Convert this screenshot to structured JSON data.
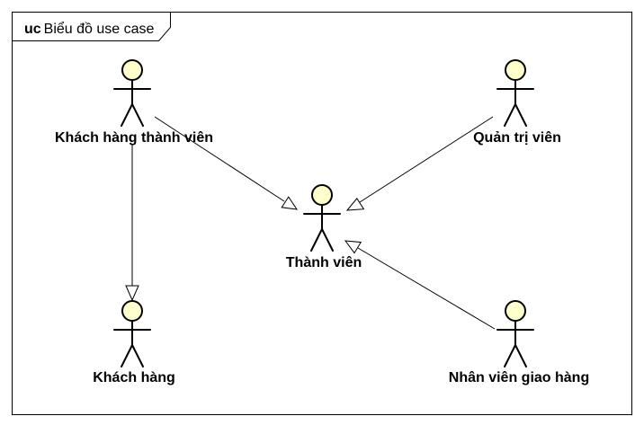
{
  "frame": {
    "keyword": "uc",
    "name": "Biểu đồ use case"
  },
  "actors": [
    {
      "id": "khach-hang-thanh-vien",
      "label": "Khách hàng thành viên"
    },
    {
      "id": "quan-tri-vien",
      "label": "Quản trị viên"
    },
    {
      "id": "thanh-vien",
      "label": "Thành viên"
    },
    {
      "id": "khach-hang",
      "label": "Khách hàng"
    },
    {
      "id": "nhan-vien-giao-hang",
      "label": "Nhân viên giao hàng"
    }
  ],
  "generalizations": [
    {
      "from": "khach-hang-thanh-vien",
      "to": "thanh-vien"
    },
    {
      "from": "quan-tri-vien",
      "to": "thanh-vien"
    },
    {
      "from": "nhan-vien-giao-hang",
      "to": "thanh-vien"
    },
    {
      "from": "khach-hang-thanh-vien",
      "to": "khach-hang"
    }
  ],
  "colors": {
    "actor_head_fill": "#ffffcc",
    "stroke": "#000000",
    "background": "#ffffff"
  }
}
